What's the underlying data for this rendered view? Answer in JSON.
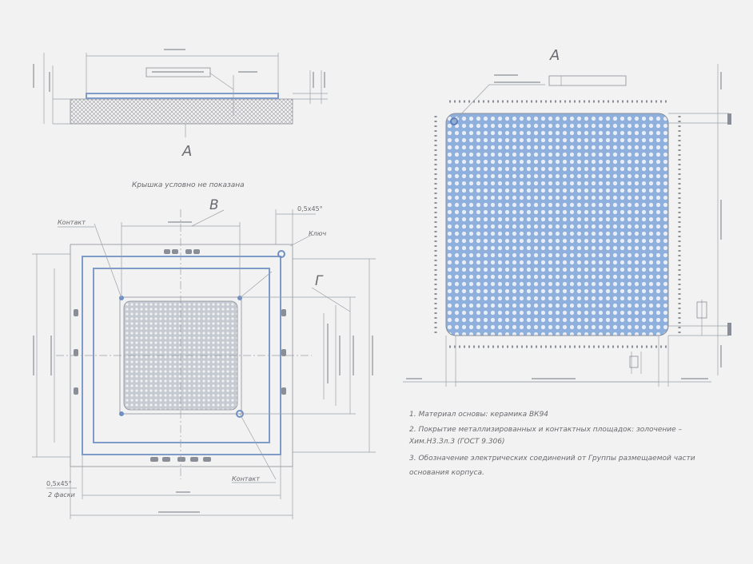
{
  "drawing": {
    "view_label_a_side": "A",
    "view_label_a_top": "A",
    "caption": "Крышка условно не показана",
    "label_b": "В",
    "label_g": "Г",
    "leader_top_left": "Контакт",
    "leader_key": "Ключ",
    "leader_bottom_right": "Контакт",
    "chamfer_top": "0,5х45°",
    "chamfer_bottom": "0,5х45°",
    "chamfer_faces": "2 фаски",
    "notes": [
      "1. Материал основы: керамика ВК94",
      "2. Покрытие металлизированных и контактных площадок: золочение –",
      "Хим.Н3.Зл.3 (ГОСТ 9.306)",
      "3. Обозначение электрических соединений от Группы размещаемой части",
      "основания корпуса."
    ],
    "colors": {
      "paper": "#f2f2f2",
      "ink": "#6a6a70",
      "blue": "#7f9cc8",
      "grid": "#8fb0dc"
    }
  }
}
